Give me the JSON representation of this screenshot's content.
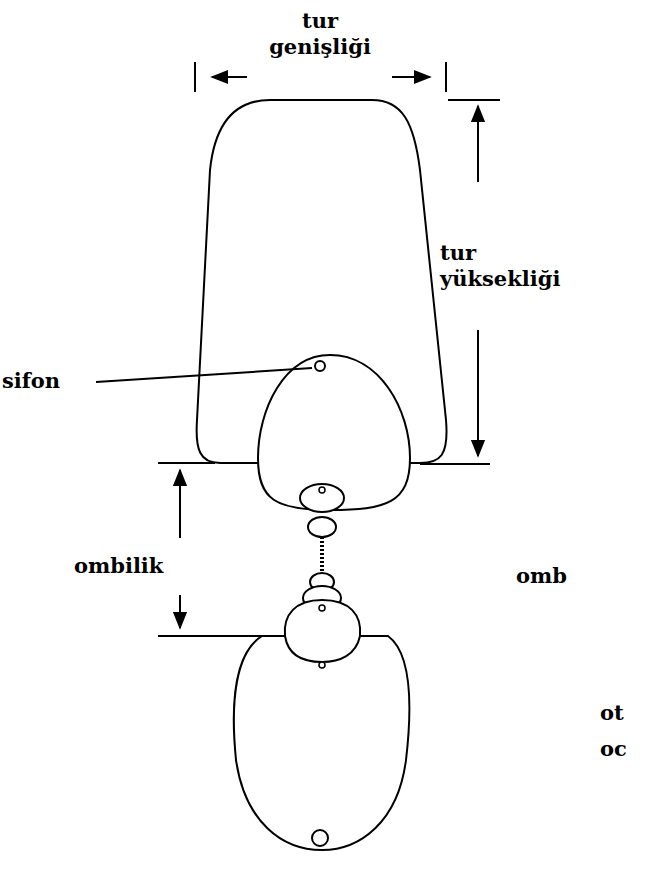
{
  "diagram": {
    "labels": [
      "tur genişliği",
      "tur yüksekliği",
      "sifon",
      "ombilik",
      "omb",
      "ot",
      "oc"
    ]
  }
}
